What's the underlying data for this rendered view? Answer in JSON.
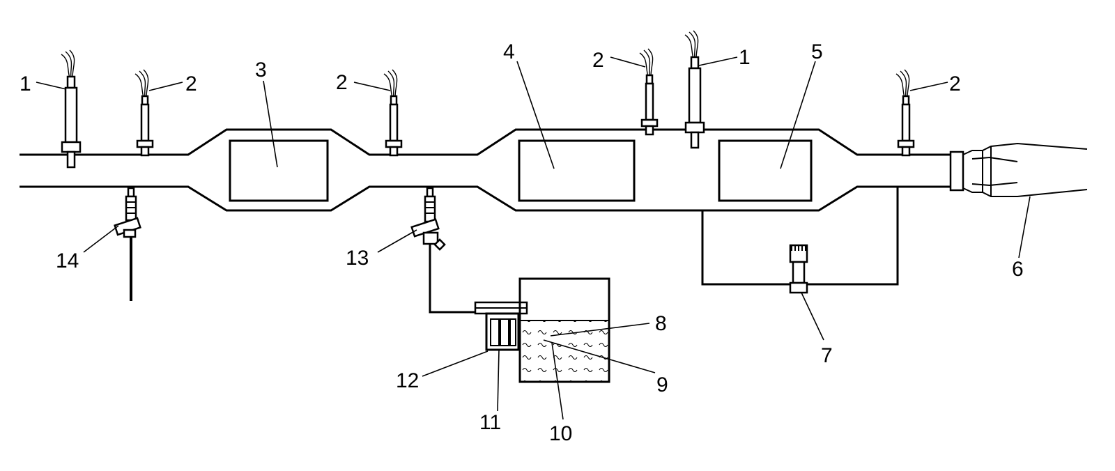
{
  "callouts": {
    "c1_left": "1",
    "c2_left": "2",
    "c3": "3",
    "c2_mid": "2",
    "c4": "4",
    "c2_center": "2",
    "c1_center": "1",
    "c5": "5",
    "c2_right": "2",
    "c6": "6",
    "c7": "7",
    "c8": "8",
    "c9": "9",
    "c10": "10",
    "c11": "11",
    "c12": "12",
    "c13": "13",
    "c14": "14"
  }
}
